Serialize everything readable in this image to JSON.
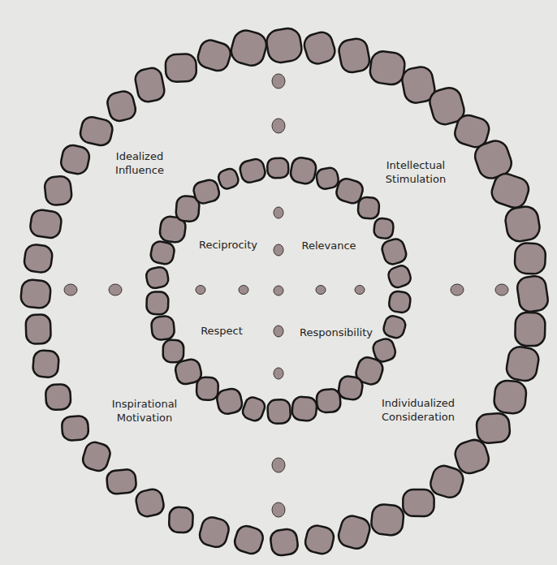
{
  "diagram": {
    "labels": [
      "Idealized Influence",
      "Intellectual Stimulation",
      "Reciprocity",
      "Relevance",
      "Respect",
      "Responsibility",
      "Inspirational Motivation",
      "Individualized Consideration"
    ]
  }
}
